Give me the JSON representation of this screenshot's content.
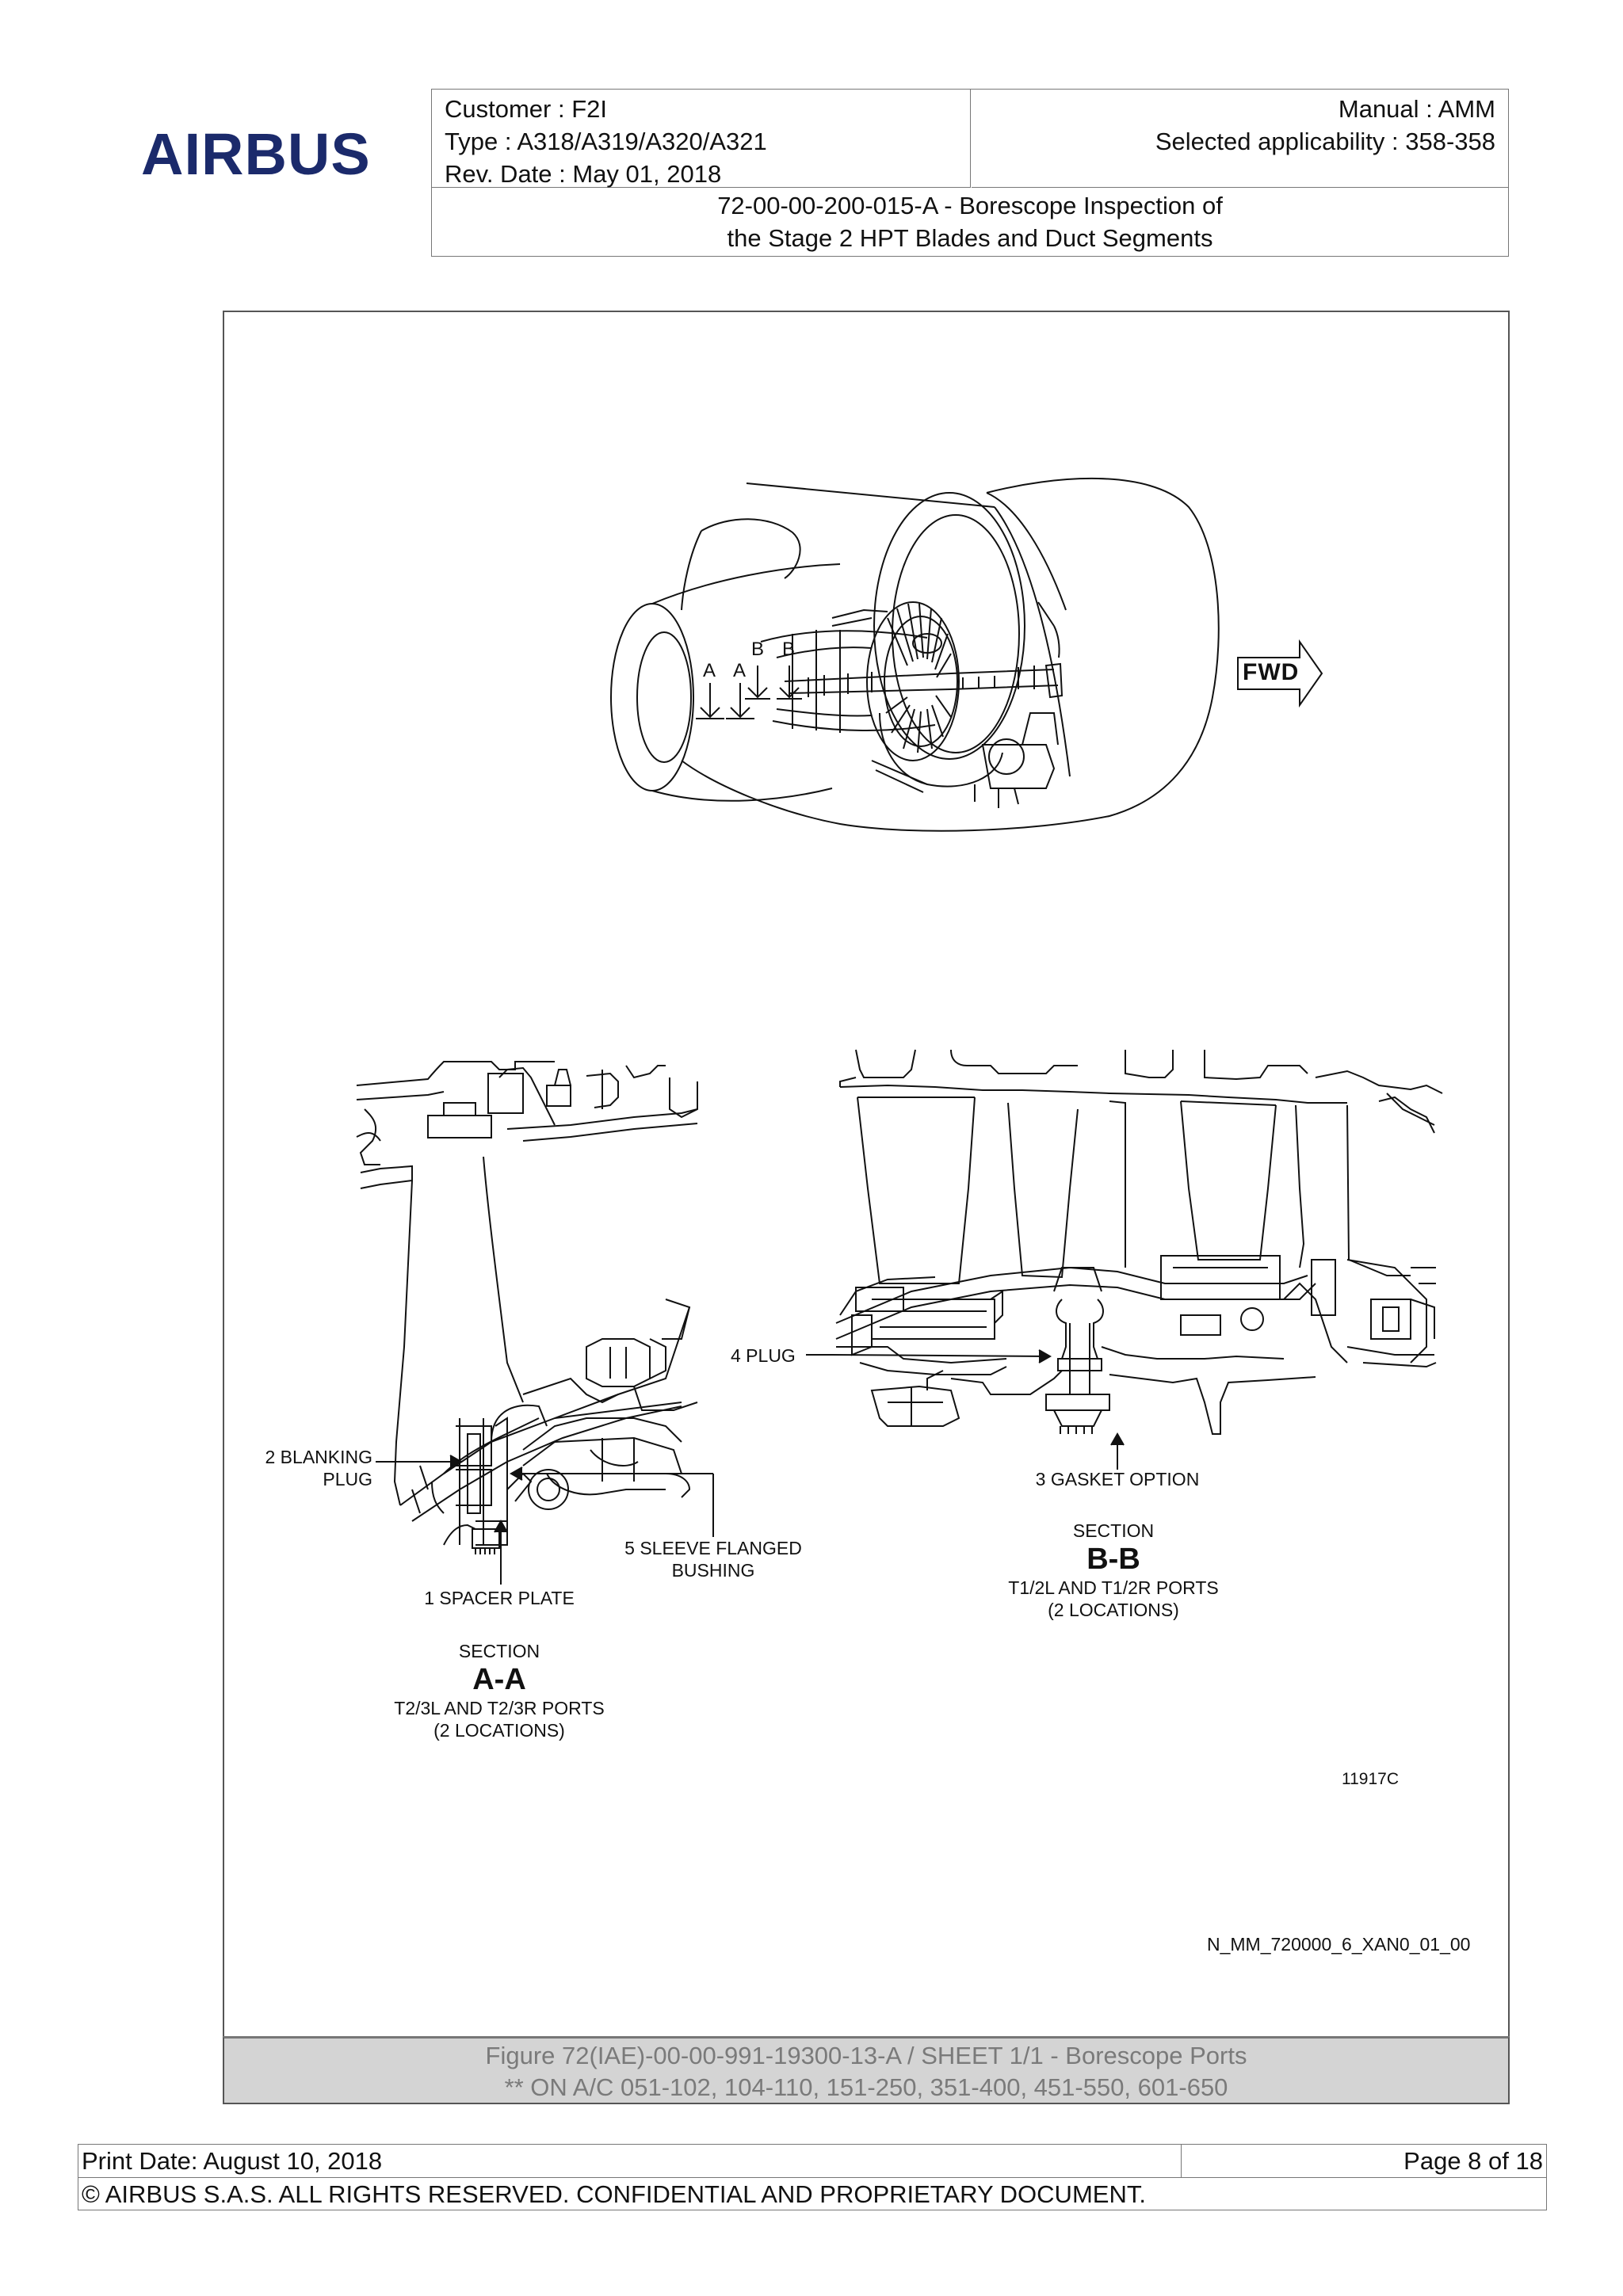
{
  "header": {
    "logo_text": "AIRBUS",
    "customer": "Customer : F2I",
    "type": "Type : A318/A319/A320/A321",
    "rev_date": "Rev. Date : May 01, 2018",
    "manual": "Manual : AMM",
    "applicability": "Selected applicability : 358-358",
    "task_line1": "72-00-00-200-015-A - Borescope Inspection of",
    "task_line2": "the Stage 2 HPT Blades and Duct Segments"
  },
  "figure": {
    "engine_view": {
      "fwd_label": "FWD",
      "section_markers": [
        "A",
        "A",
        "B",
        "B"
      ]
    },
    "section_aa": {
      "callouts": {
        "blanking_plug_line1": "2 BLANKING",
        "blanking_plug_line2": "PLUG",
        "sleeve_line1": "5 SLEEVE FLANGED",
        "sleeve_line2": "BUSHING",
        "spacer_plate": "1 SPACER PLATE"
      },
      "section_word": "SECTION",
      "section_id": "A-A",
      "ports": "T2/3L AND T2/3R PORTS",
      "locations": "(2 LOCATIONS)"
    },
    "section_bb": {
      "callouts": {
        "plug": "4 PLUG",
        "gasket": "3 GASKET OPTION"
      },
      "section_word": "SECTION",
      "section_id": "B-B",
      "ports": "T1/2L AND T1/2R PORTS",
      "locations": "(2 LOCATIONS)"
    },
    "drawing_number": "11917C",
    "file_id": "N_MM_720000_6_XAN0_01_00",
    "caption_line1": "Figure 72(IAE)-00-00-991-19300-13-A / SHEET 1/1 - Borescope Ports",
    "caption_line2": "** ON A/C 051-102, 104-110, 151-250, 351-400, 451-550, 601-650"
  },
  "footer": {
    "print_date": "Print Date: August 10, 2018",
    "page": "Page 8 of 18",
    "copyright": "© AIRBUS S.A.S. ALL RIGHTS RESERVED. CONFIDENTIAL AND PROPRIETARY DOCUMENT."
  },
  "colors": {
    "logo": "#1b2a6b",
    "caption_background": "#d4d4d4",
    "caption_text": "#7a7a7a"
  }
}
